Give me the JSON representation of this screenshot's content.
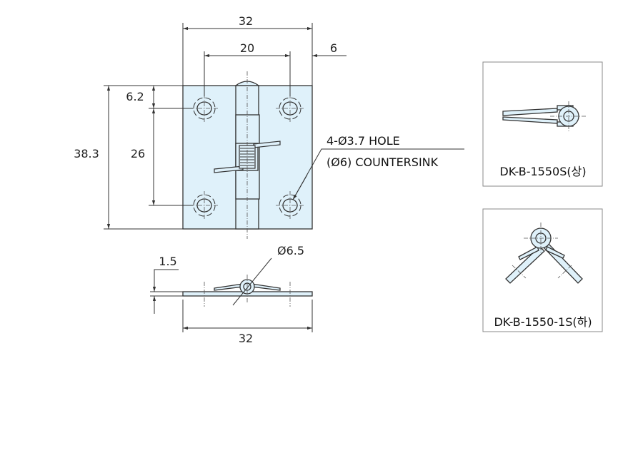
{
  "drawing": {
    "dimensions": {
      "overall_width": "32",
      "hole_spacing_width": "20",
      "edge_offset": "6",
      "overall_height": "38.3",
      "top_offset": "6.2",
      "hole_spacing_height": "26",
      "thickness": "1.5",
      "pin_diameter": "Ø6.5",
      "side_width": "32"
    },
    "hole_note": {
      "line1": "4-Ø3.7 HOLE",
      "line2": "(Ø6) COUNTERSINK"
    },
    "variants": [
      {
        "label": "DK-B-1550S(상)"
      },
      {
        "label": "DK-B-1550-1S(하)"
      }
    ],
    "colors": {
      "fill": "#dff1fa",
      "line": "#333333"
    }
  }
}
